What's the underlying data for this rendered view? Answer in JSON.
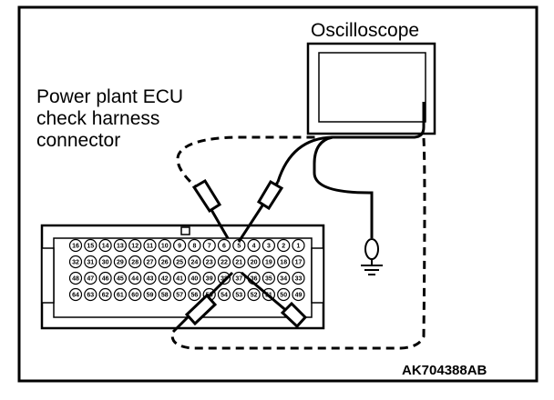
{
  "labels": {
    "oscilloscope": "Oscilloscope",
    "connector_line1": "Power plant ECU",
    "connector_line2": "check harness",
    "connector_line3": "connector",
    "figure_code": "AK704388AB"
  },
  "connector": {
    "rows": [
      [
        "16",
        "15",
        "14",
        "13",
        "12",
        "11",
        "10",
        "9",
        "8",
        "7",
        "6",
        "5",
        "4",
        "3",
        "2",
        "1"
      ],
      [
        "32",
        "31",
        "30",
        "29",
        "28",
        "27",
        "26",
        "25",
        "24",
        "23",
        "22",
        "21",
        "20",
        "19",
        "18",
        "17"
      ],
      [
        "48",
        "47",
        "46",
        "45",
        "44",
        "43",
        "42",
        "41",
        "40",
        "39",
        "38",
        "37",
        "36",
        "35",
        "34",
        "33"
      ],
      [
        "64",
        "63",
        "62",
        "61",
        "60",
        "59",
        "58",
        "57",
        "56",
        "55",
        "54",
        "53",
        "52",
        "51",
        "50",
        "49"
      ]
    ]
  },
  "colors": {
    "line": "#000000",
    "background": "#ffffff"
  }
}
